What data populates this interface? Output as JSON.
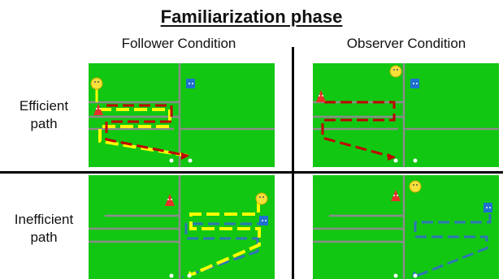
{
  "title": "Familiarization phase",
  "columns": [
    "Follower Condition",
    "Observer Condition"
  ],
  "rows": [
    {
      "line1": "Efficient",
      "line2": "path"
    },
    {
      "line1": "Inefficient",
      "line2": "path"
    }
  ],
  "colors": {
    "background": "#12c712",
    "wall": "#8c8c8c",
    "red_path": "#c00000",
    "yellow_path": "#ffff00",
    "blue_path": "#2e75b6",
    "red_agent": "#e8302a",
    "yellow_agent": "#f7e03a",
    "blue_agent": "#1f6fd1",
    "marker": "#ffffff"
  },
  "icons": [
    "yellow-smiley-agent",
    "red-cone-agent",
    "blue-box-agent",
    "goal-marker"
  ]
}
